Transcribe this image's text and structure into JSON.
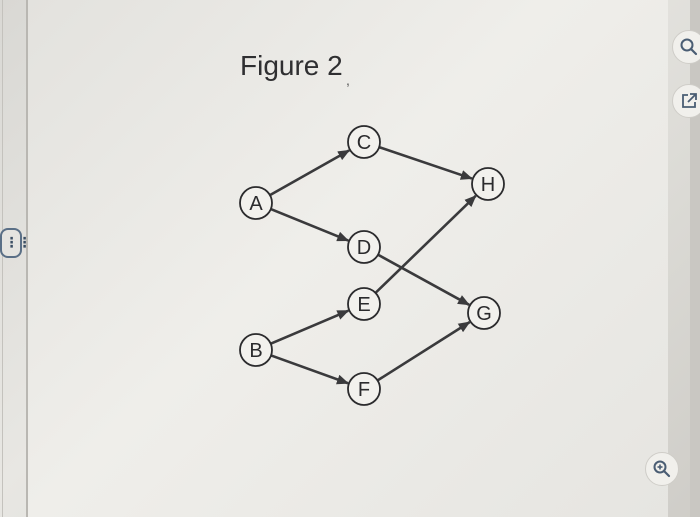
{
  "figure": {
    "title": "Figure 2",
    "nodes": [
      {
        "id": "A",
        "label": "A"
      },
      {
        "id": "B",
        "label": "B"
      },
      {
        "id": "C",
        "label": "C"
      },
      {
        "id": "D",
        "label": "D"
      },
      {
        "id": "E",
        "label": "E"
      },
      {
        "id": "F",
        "label": "F"
      },
      {
        "id": "G",
        "label": "G"
      },
      {
        "id": "H",
        "label": "H"
      }
    ],
    "edges": [
      {
        "from": "A",
        "to": "C"
      },
      {
        "from": "A",
        "to": "D"
      },
      {
        "from": "B",
        "to": "E"
      },
      {
        "from": "B",
        "to": "F"
      },
      {
        "from": "C",
        "to": "H"
      },
      {
        "from": "D",
        "to": "G"
      },
      {
        "from": "E",
        "to": "H"
      },
      {
        "from": "F",
        "to": "G"
      }
    ]
  },
  "toolbar": {
    "search_icon": "search-icon",
    "external_icon": "external-link-icon",
    "zoom_icon": "zoom-in-icon",
    "handle_icon": "more-dots-icon",
    "handle_label": "⋮⋮⋮"
  },
  "colors": {
    "node_stroke": "#2b2b2d",
    "edge": "#3a3a3c"
  }
}
